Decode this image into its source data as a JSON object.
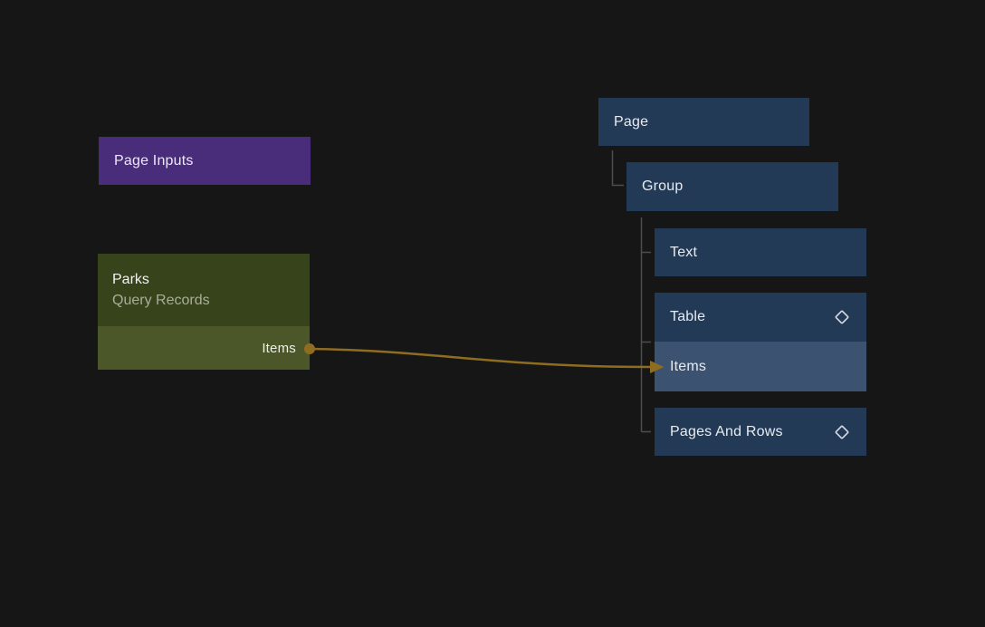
{
  "canvas": {
    "background_color": "#161616"
  },
  "page_inputs_node": {
    "title": "Page Inputs",
    "color": "#492d7b"
  },
  "query_node": {
    "title": "Parks",
    "subtitle": "Query Records",
    "output_port_label": "Items",
    "header_color": "#37431b",
    "output_row_color": "#4b5729"
  },
  "component_tree": {
    "node_color": "#223a56",
    "selected_color": "#3b5270",
    "connector_line_color": "#4d4d4d",
    "page": {
      "label": "Page"
    },
    "group": {
      "label": "Group"
    },
    "text": {
      "label": "Text"
    },
    "table": {
      "label": "Table",
      "icon": "diamond-icon"
    },
    "table_items": {
      "label": "Items",
      "highlighted": true
    },
    "pages_and_rows": {
      "label": "Pages And Rows",
      "icon": "diamond-icon"
    }
  },
  "connection": {
    "from": "Items",
    "to": "Items",
    "color": "#8f6d20"
  }
}
